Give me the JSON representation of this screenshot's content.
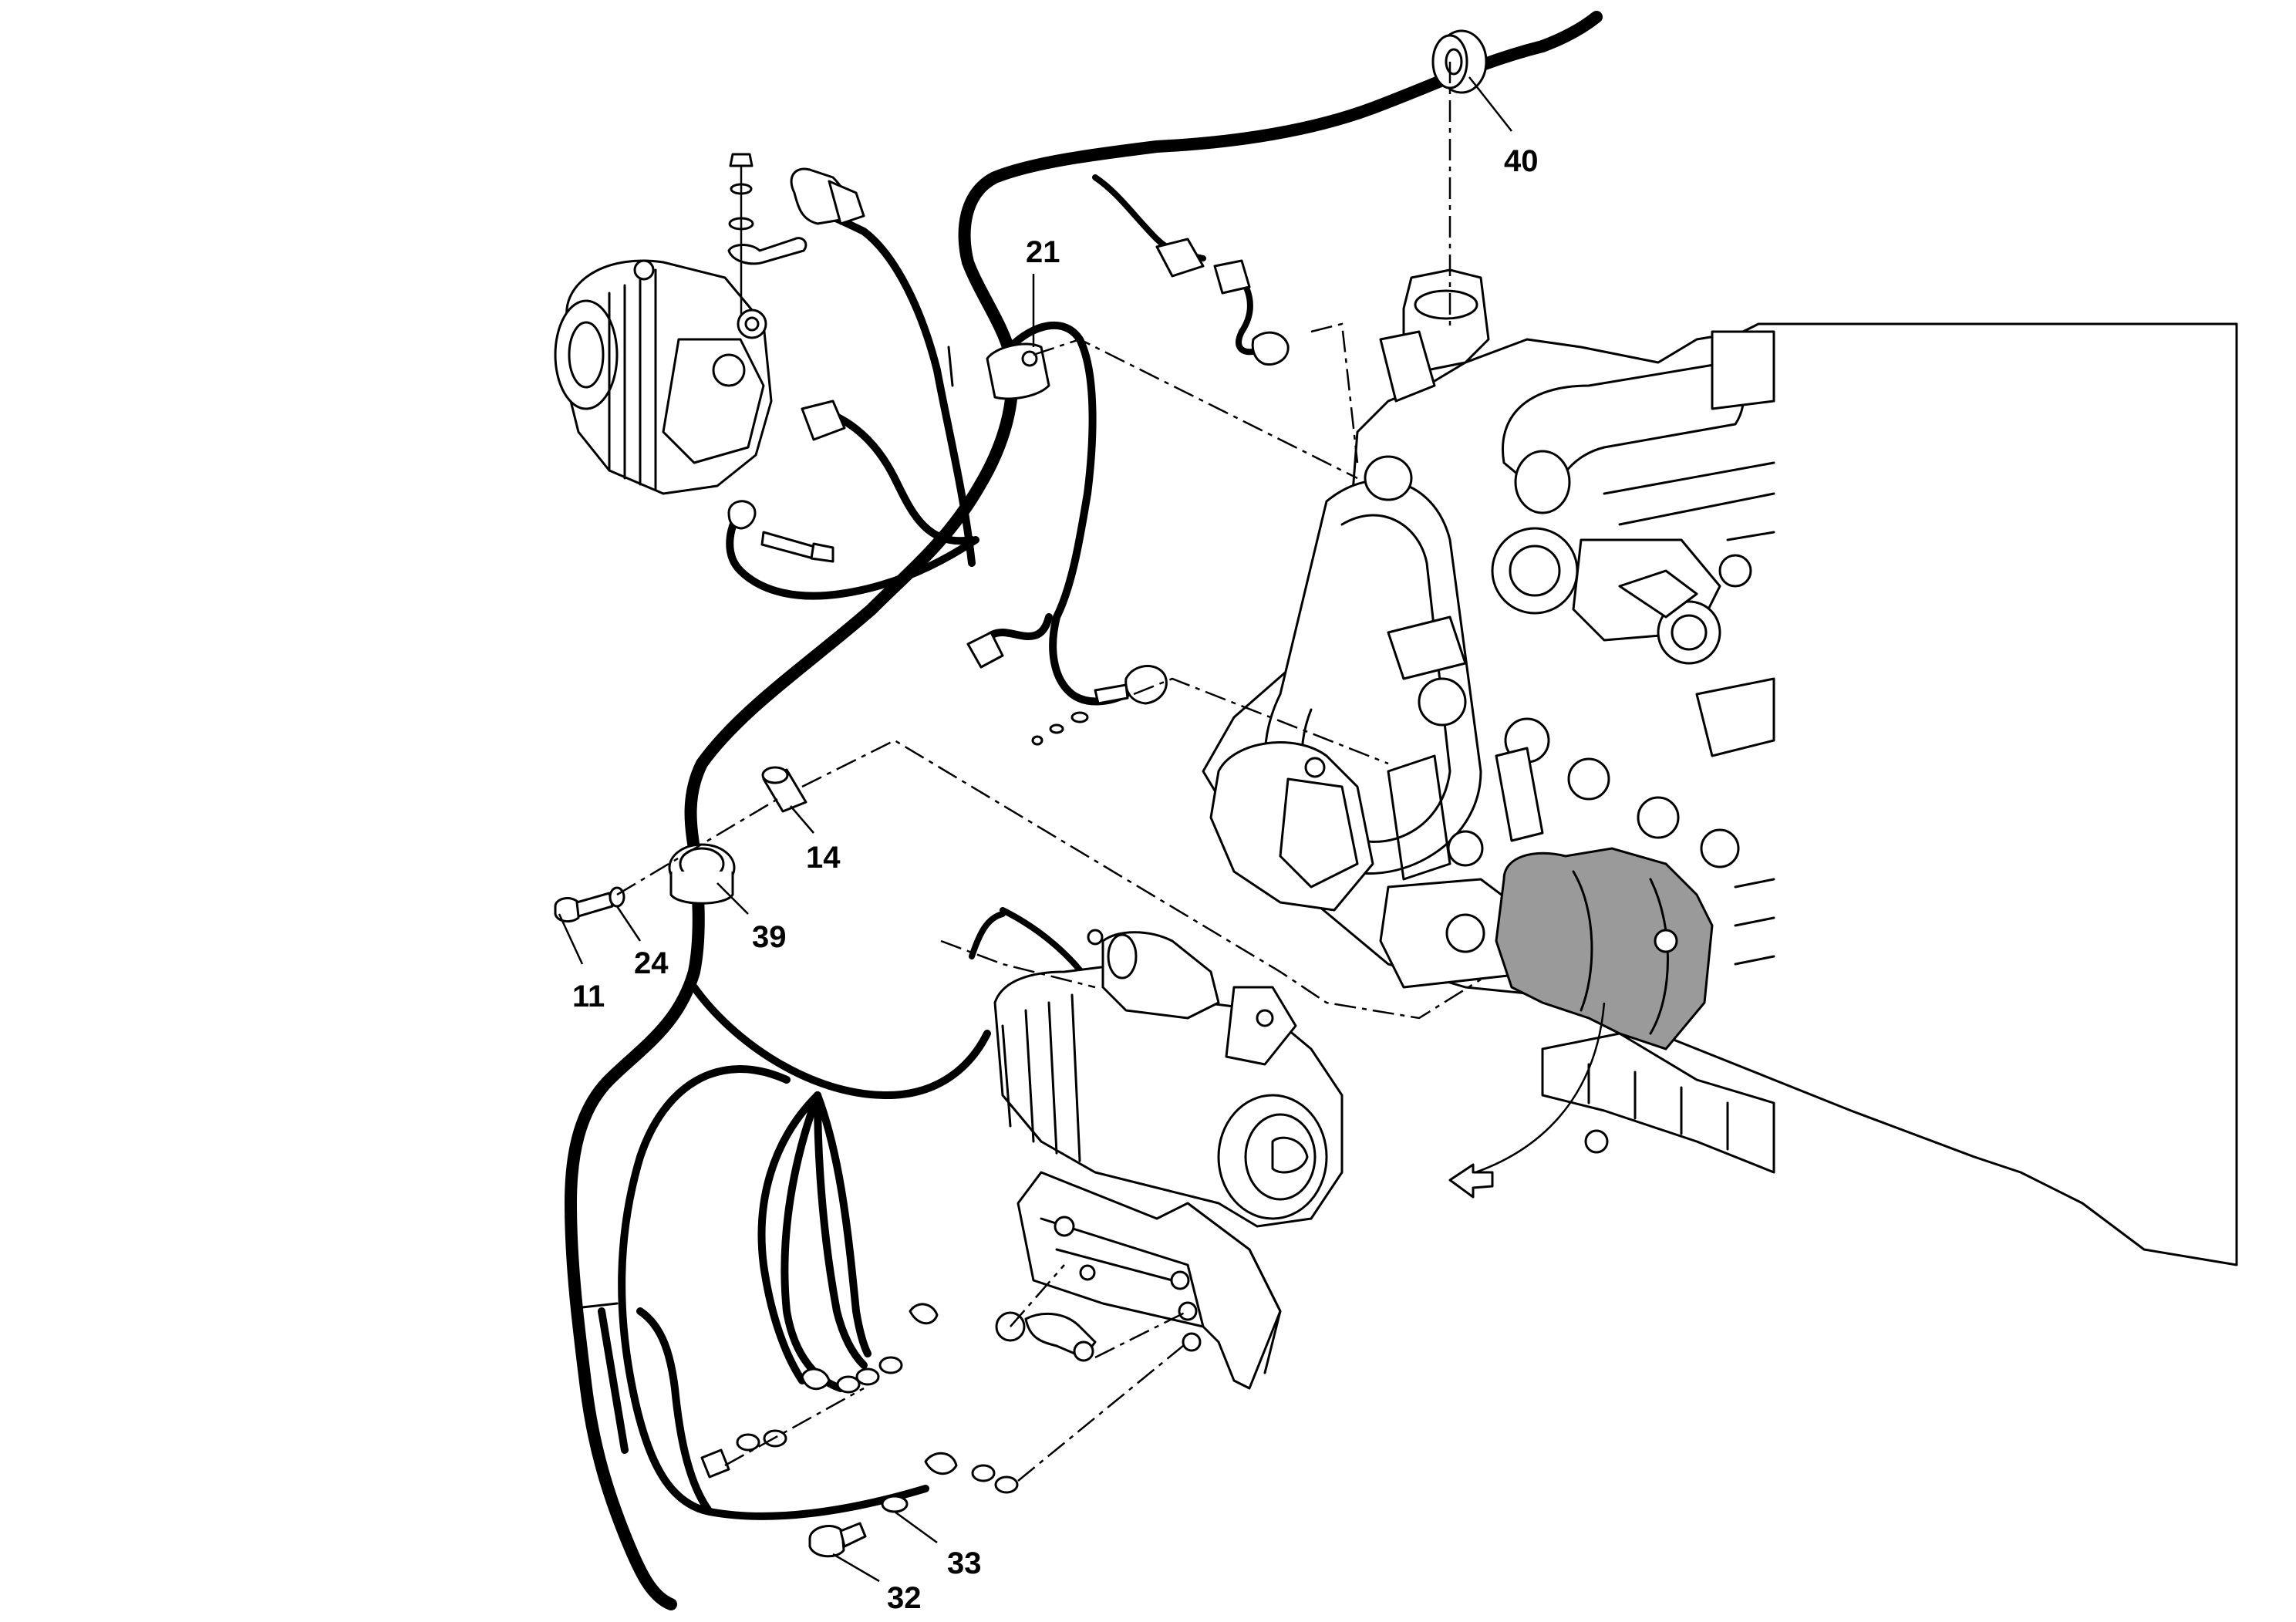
{
  "diagram": {
    "type": "exploded parts view",
    "callouts": [
      {
        "id": "40",
        "label": "40"
      },
      {
        "id": "21",
        "label": "21"
      },
      {
        "id": "14",
        "label": "14"
      },
      {
        "id": "39",
        "label": "39"
      },
      {
        "id": "24",
        "label": "24"
      },
      {
        "id": "11",
        "label": "11"
      },
      {
        "id": "33",
        "label": "33"
      },
      {
        "id": "32",
        "label": "32"
      }
    ],
    "highlight_color": "#9a9a9a",
    "line_color": "#000000",
    "background": "#ffffff"
  }
}
